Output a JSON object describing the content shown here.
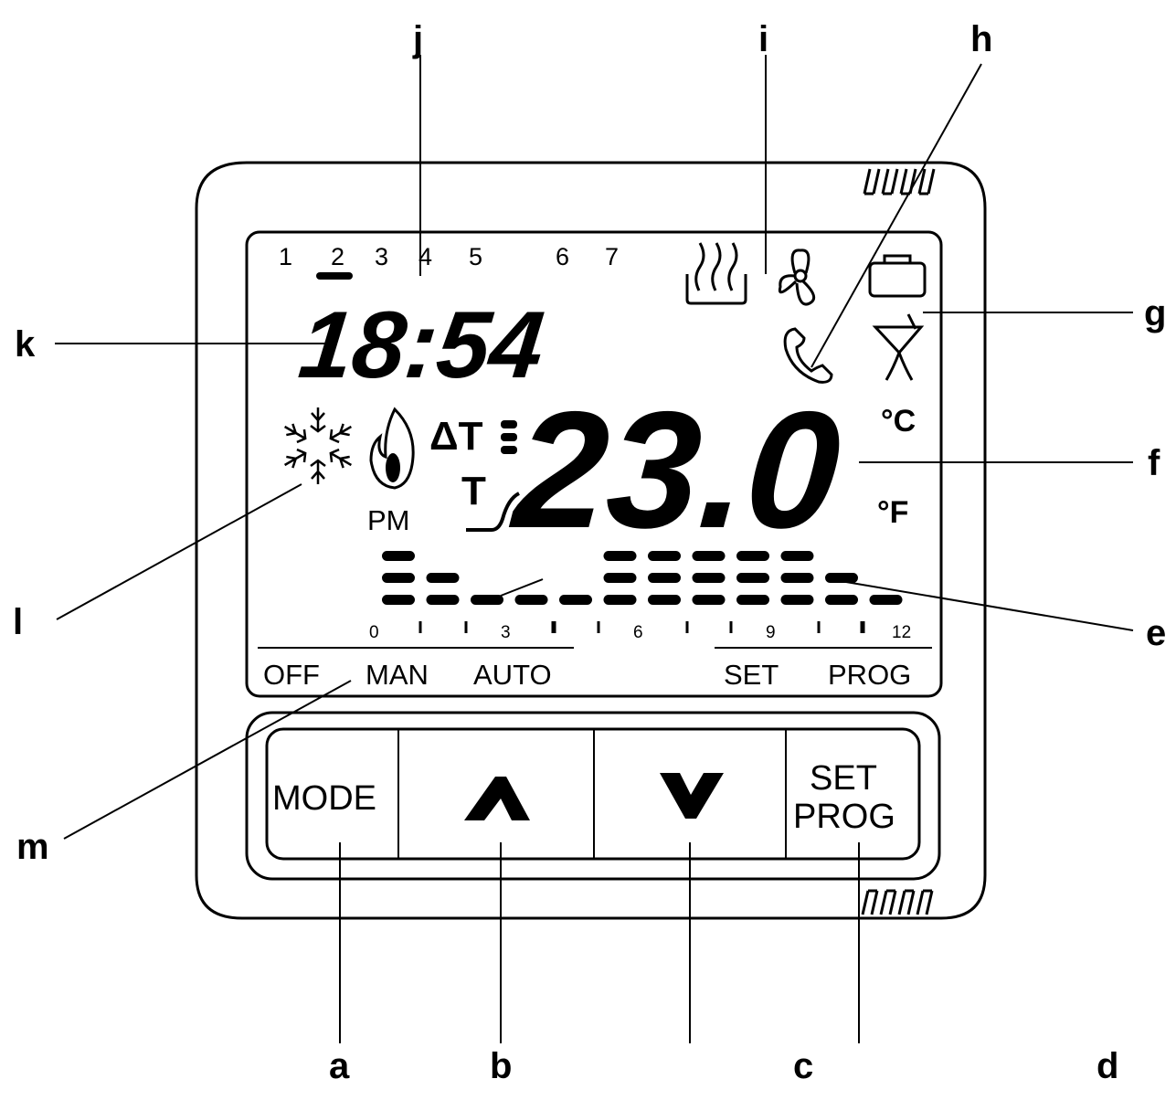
{
  "callouts": {
    "a": "a",
    "b": "b",
    "c": "c",
    "d": "d",
    "e": "e",
    "f": "f",
    "g": "g",
    "h": "h",
    "i": "i",
    "j": "j",
    "k": "k",
    "l": "l",
    "m": "m"
  },
  "display": {
    "days": [
      "1",
      "2",
      "3",
      "4",
      "5",
      "6",
      "7"
    ],
    "clock": "18:54",
    "pm": "PM",
    "temperature": "23.0",
    "unit_c": "°C",
    "unit_f": "°F",
    "delta_t": "ΔT",
    "t_symbol": "T",
    "scale": [
      "0",
      "3",
      "6",
      "9",
      "12"
    ],
    "modes": [
      "OFF",
      "MAN",
      "AUTO",
      "SET",
      "PROG"
    ]
  },
  "buttons": {
    "mode": "MODE",
    "set_line1": "SET",
    "set_line2": "PROG"
  },
  "icons": [
    "heating-icon",
    "fan-icon",
    "holiday-icon",
    "phone-icon",
    "party-icon",
    "snowflake-icon",
    "flame-icon"
  ]
}
